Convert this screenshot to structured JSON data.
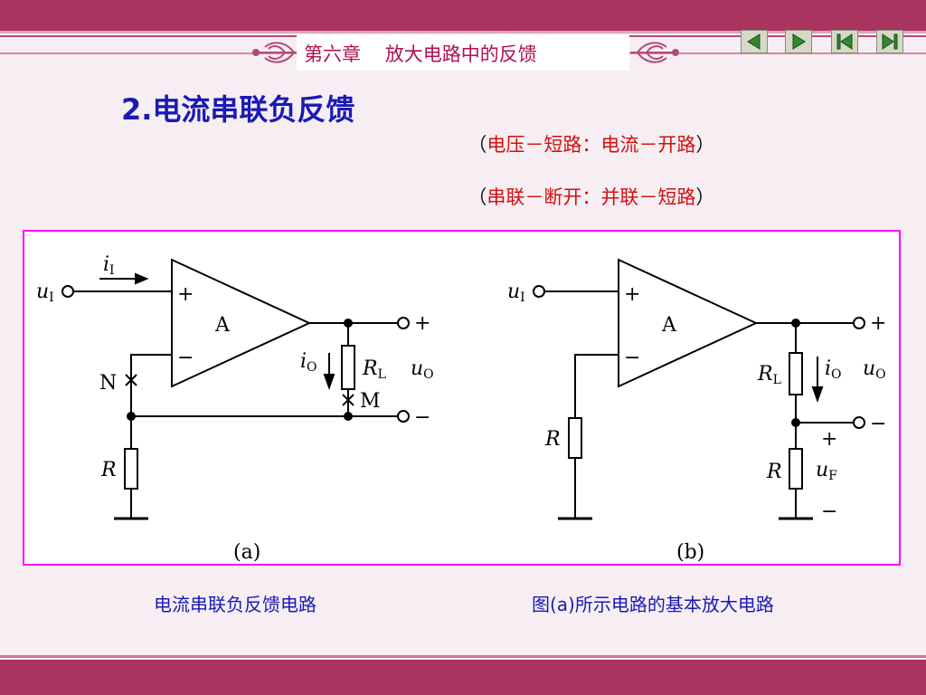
{
  "header": {
    "chapter_title": "第六章    放大电路中的反馈",
    "nav": [
      "prev-icon",
      "next-icon",
      "first-icon",
      "last-icon"
    ]
  },
  "section": {
    "title": "2.电流串联负反馈",
    "note1_open": "（",
    "note1_text": "电压－短路：电流－开路",
    "note1_close": "）",
    "note2_open": "（",
    "note2_text": "串联－断开：并联－短路",
    "note2_close": "）"
  },
  "circuit_a": {
    "input_u": "u",
    "input_u_sub": "I",
    "input_i": "i",
    "input_i_sub": "I",
    "plus_in": "+",
    "minus_in": "−",
    "amp": "A",
    "out_plus": "+",
    "out_minus": "−",
    "io": "i",
    "io_sub": "O",
    "rl": "R",
    "rl_sub": "L",
    "uo": "u",
    "uo_sub": "O",
    "node_n": "N",
    "node_m": "M",
    "r": "R",
    "label": "(a)"
  },
  "circuit_b": {
    "input_u": "u",
    "input_u_sub": "I",
    "plus_in": "+",
    "minus_in": "−",
    "amp": "A",
    "out_plus": "+",
    "out_minus": "−",
    "rl": "R",
    "rl_sub": "L",
    "io": "i",
    "io_sub": "O",
    "uo": "u",
    "uo_sub": "O",
    "r_left": "R",
    "uf_plus": "+",
    "uf_minus": "−",
    "r": "R",
    "uf": "u",
    "uf_sub": "F",
    "label": "(b)"
  },
  "captions": {
    "left": "电流串联负反馈电路",
    "right": "图(a)所示电路的基本放大电路"
  },
  "colors": {
    "bar": "#a8345f",
    "frame": "#ff00ff",
    "title": "#1a1ab4",
    "accent": "#d01010"
  }
}
